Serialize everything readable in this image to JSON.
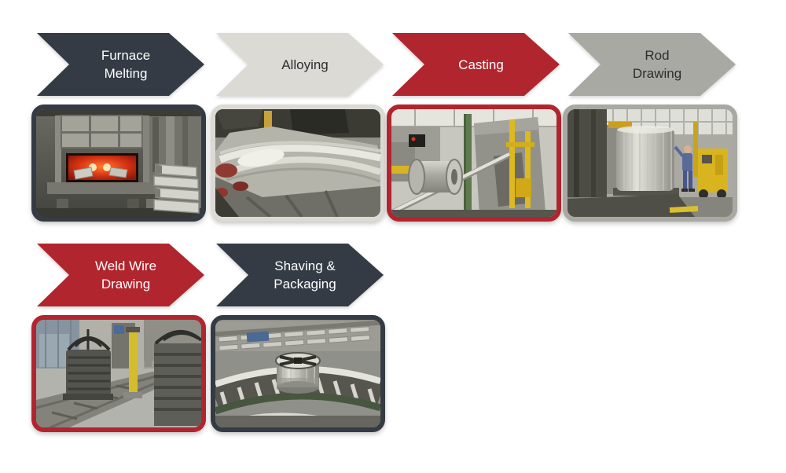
{
  "diagram": {
    "type": "process-flow",
    "steps": [
      {
        "id": "furnace-melting",
        "lines": [
          "Furnace",
          "Melting"
        ],
        "arrow_color": "#343b45",
        "text_color": "#ffffff",
        "photo": "furnace-melting-photo"
      },
      {
        "id": "alloying",
        "lines": [
          "Alloying"
        ],
        "arrow_color": "#dbdad5",
        "text_color": "#2d2d2d",
        "photo": "alloying-photo"
      },
      {
        "id": "casting",
        "lines": [
          "Casting"
        ],
        "arrow_color": "#b1252e",
        "text_color": "#ffffff",
        "photo": "casting-photo"
      },
      {
        "id": "rod-drawing",
        "lines": [
          "Rod",
          "Drawing"
        ],
        "arrow_color": "#a9a9a4",
        "text_color": "#2d2d2d",
        "photo": "rod-drawing-photo"
      },
      {
        "id": "weld-wire-drawing",
        "lines": [
          "Weld Wire",
          "Drawing"
        ],
        "arrow_color": "#b1252e",
        "text_color": "#ffffff",
        "photo": "weld-wire-drawing-photo"
      },
      {
        "id": "shaving-packaging",
        "lines": [
          "Shaving &",
          "Packaging"
        ],
        "arrow_color": "#343b45",
        "text_color": "#ffffff",
        "photo": "shaving-packaging-photo"
      }
    ]
  }
}
